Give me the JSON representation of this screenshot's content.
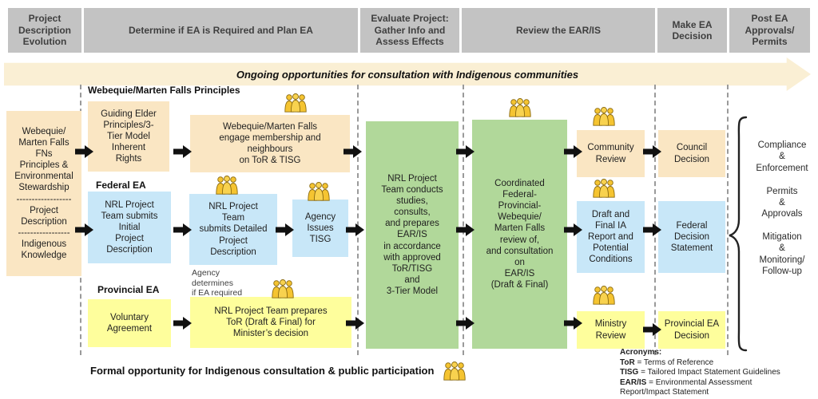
{
  "header": {
    "phases": [
      "Project\nDescription\nEvolution",
      "Determine if EA is Required and Plan EA",
      "Evaluate Project:\nGather Info and\nAssess Effects",
      "Review the EAR/IS",
      "Make EA\nDecision",
      "Post EA\nApprovals/\nPermits"
    ]
  },
  "banner": {
    "text": "Ongoing opportunities for consultation with Indigenous communities"
  },
  "left_panel": {
    "text": "Webequie/\nMarten Falls\nFNs\nPrinciples &\nEnvironmental\nStewardship\n------------------\nProject\nDescription\n-----------------\nIndigenous\nKnowledge"
  },
  "lanes": {
    "principles": {
      "label": "Webequie/Marten Falls Principles",
      "box1": "Guiding Elder\nPrinciples/3-\nTier Model\nInherent\nRights",
      "box2": "Webequie/Marten Falls\nengage membership and\nneighbours\non ToR & TISG"
    },
    "federal": {
      "label": "Federal EA",
      "box1": "NRL Project\nTeam submits\nInitial\nProject\nDescription",
      "box2": "NRL Project\nTeam\nsubmits Detailed\nProject\nDescription",
      "box3": "Agency\nIssues\nTISG",
      "note": "Agency\ndetermines\nif EA required"
    },
    "provincial": {
      "label": "Provincial EA",
      "box1": "Voluntary\nAgreement",
      "box2": "NRL Project Team prepares\nToR (Draft & Final) for\nMinister’s decision"
    }
  },
  "center": {
    "conduct_box": "NRL Project\nTeam conducts\nstudies,\nconsults,\nand prepares\nEAR/IS\nin accordance\nwith approved\nToR/TISG\nand\n3-Tier Model",
    "review_box": "Coordinated\nFederal-\nProvincial-\nWebequie/\nMarten Falls\nreview of,\nand consultation\non\nEAR/IS\n(Draft & Final)"
  },
  "outcomes": {
    "community_review": "Community\nReview",
    "council_decision": "Council\nDecision",
    "draft_ia": "Draft and\nFinal IA\nReport and\nPotential\nConditions",
    "federal_decision": "Federal\nDecision\nStatement",
    "ministry_review": "Ministry\nReview",
    "provincial_decision": "Provincial EA\nDecision"
  },
  "post_ea": {
    "text": "Compliance\n&\nEnforcement\n\nPermits\n&\nApprovals\n\nMitigation\n&\nMonitoring/\nFollow-up"
  },
  "legend": {
    "formal_text": "Formal opportunity for Indigenous consultation & public participation"
  },
  "acronyms": {
    "title": "Acronyms:",
    "items": [
      {
        "term": "ToR",
        "def": " = Terms of Reference"
      },
      {
        "term": "TISG",
        "def": " = Tailored Impact Statement Guidelines"
      },
      {
        "term": "EAR/IS",
        "def": " = Environmental Assessment\nReport/Impact Statement"
      }
    ]
  },
  "colors": {
    "header_bg": "#C3C3C3",
    "banner_bg": "#FAEFD4",
    "tan": "#FAE6C3",
    "blue": "#C8E7F8",
    "yellow": "#FEFE9C",
    "green": "#B1D89A",
    "arrow_black": "#111111",
    "dashed_line": "#9A9A9A",
    "people_gold": "#F5C431"
  }
}
